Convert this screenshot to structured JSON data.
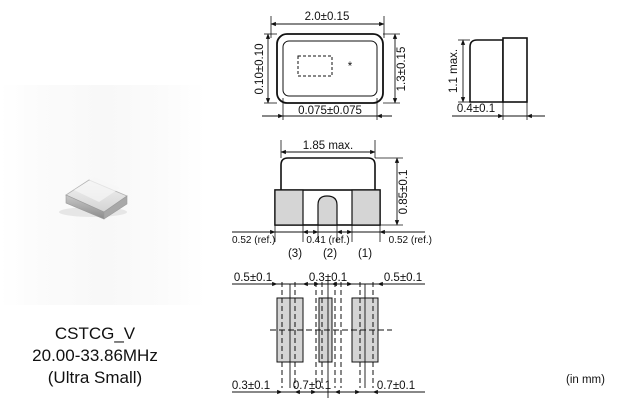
{
  "product": {
    "name": "CSTCG_V",
    "frequency_range": "20.00-33.86MHz",
    "size_class": "(Ultra Small)"
  },
  "units_note": "(in mm)",
  "top_view": {
    "width": "2.0±0.15",
    "height": "1.3±0.15",
    "top_margin": "0.10±0.10",
    "bottom_margin": "0.075±0.075",
    "marker": "*"
  },
  "side_view": {
    "height": "1.1 max.",
    "lead": "0.4±0.1"
  },
  "front_view": {
    "width": "1.85 max.",
    "height": "0.85±0.1",
    "left_ref": "0.52 (ref.)",
    "center_ref": "0.41 (ref.)",
    "right_ref": "0.52 (ref.)",
    "pin3": "(3)",
    "pin2": "(2)",
    "pin1": "(1)"
  },
  "land_pattern": {
    "top_left": "0.5±0.1",
    "top_center": "0.3±0.1",
    "top_right": "0.5±0.1",
    "bottom_left": "0.3±0.1",
    "bottom_center": "0.7±0.1",
    "bottom_right": "0.7±0.1"
  }
}
